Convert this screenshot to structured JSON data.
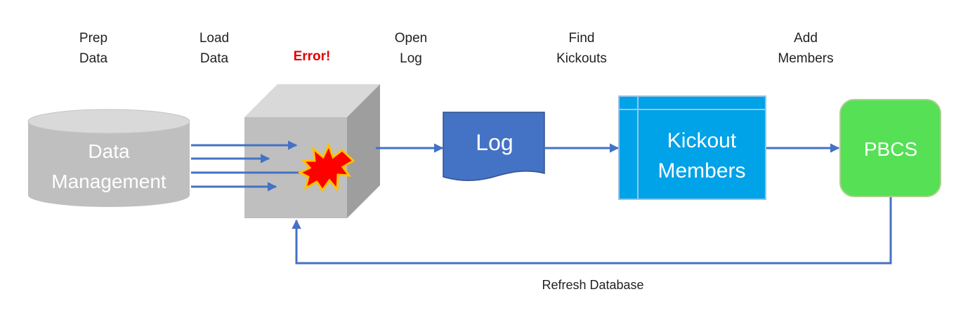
{
  "steps": [
    {
      "line1": "Prep",
      "line2": "Data"
    },
    {
      "line1": "Load",
      "line2": "Data"
    },
    {
      "line1": "Open",
      "line2": "Log"
    },
    {
      "line1": "Find",
      "line2": "Kickouts"
    },
    {
      "line1": "Add",
      "line2": "Members"
    }
  ],
  "error_label": "Error!",
  "nodes": {
    "data_management": {
      "line1": "Data",
      "line2": "Management"
    },
    "log": "Log",
    "kickout": {
      "line1": "Kickout",
      "line2": "Members"
    },
    "pbcs": "PBCS"
  },
  "feedback_label": "Refresh Database",
  "colors": {
    "arrow": "#4472c4",
    "cylinder": "#bfbfbf",
    "log": "#4472c4",
    "kickout": "#00a2e8",
    "pbcs": "#55e055",
    "error_text": "#e00000",
    "burst_fill": "#ff0000",
    "burst_stroke": "#ffc000"
  }
}
